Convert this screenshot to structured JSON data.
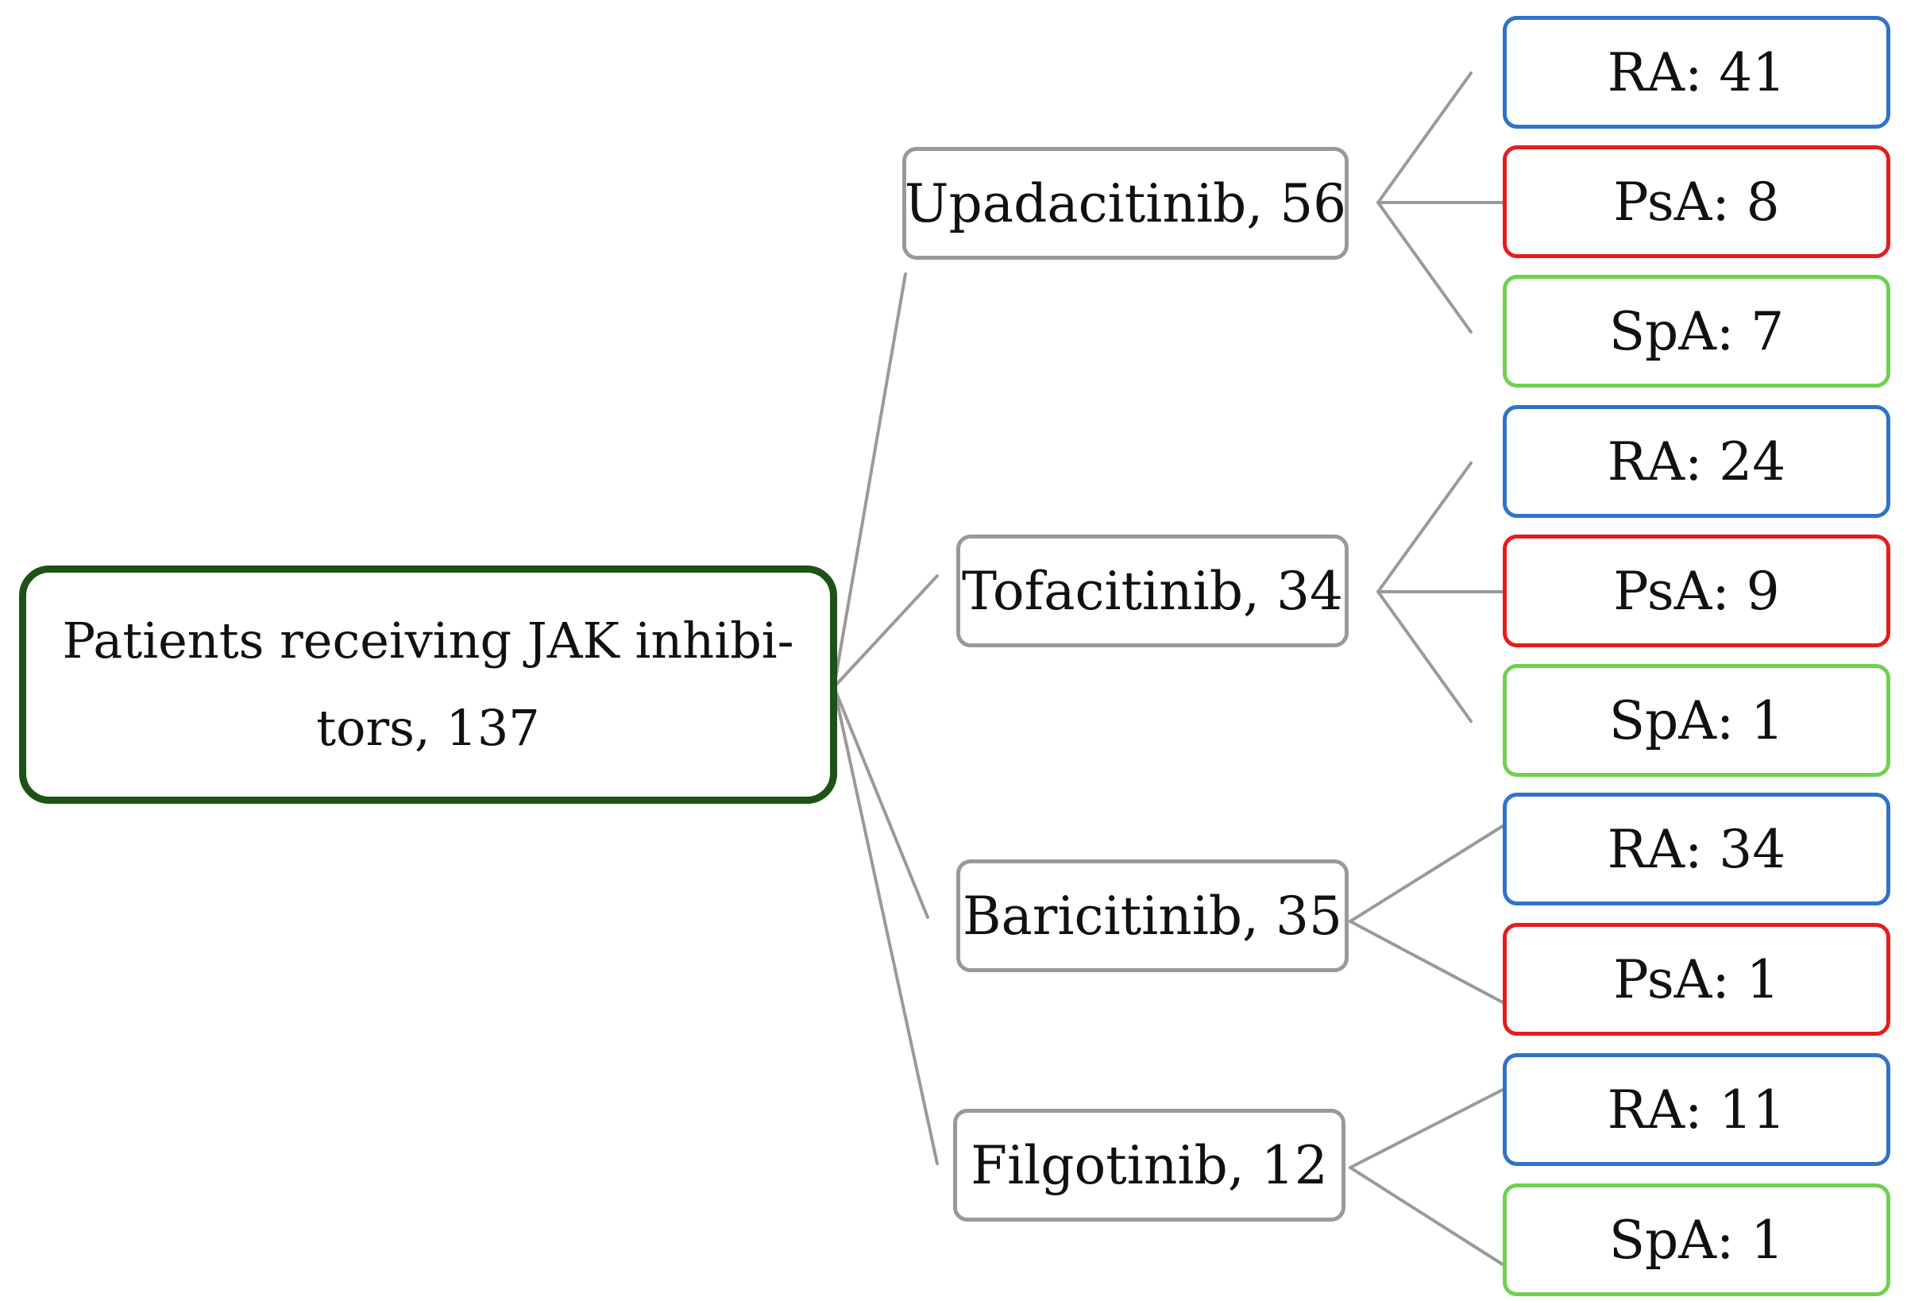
{
  "root": {
    "label_line1": "Patients receiving JAK inhibi-",
    "label_line2": "tors, 137"
  },
  "drugs": [
    {
      "label": "Upadacitinib, 56"
    },
    {
      "label": "Tofacitinib, 34"
    },
    {
      "label": "Baricitinib, 35"
    },
    {
      "label": "Filgotinib, 12"
    }
  ],
  "leaves": [
    {
      "label": "RA: 41"
    },
    {
      "label": "PsA: 8"
    },
    {
      "label": "SpA: 7"
    },
    {
      "label": "RA: 24"
    },
    {
      "label": "PsA: 9"
    },
    {
      "label": "SpA: 1"
    },
    {
      "label": "RA: 34"
    },
    {
      "label": "PsA: 1"
    },
    {
      "label": "RA: 11"
    },
    {
      "label": "SpA: 1"
    }
  ],
  "colors": {
    "root_border": "#1d5316",
    "drug_border": "#999999",
    "connector": "#9a9a9a",
    "RA": "#2f73c8",
    "PsA": "#e31e1e",
    "SpA": "#6fd14f"
  }
}
